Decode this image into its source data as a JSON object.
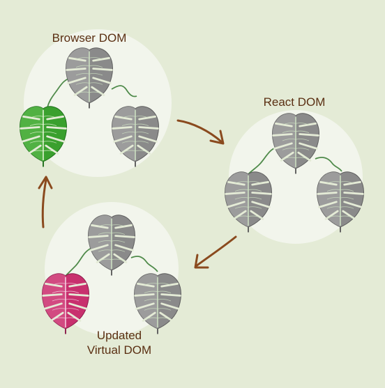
{
  "colors": {
    "background": "#e4ebd6",
    "circle": "#f2f5ec",
    "arrow": "#8a4a1e",
    "text": "#5a2f12",
    "vine": "#4f8a4a",
    "leaf_gray": "#8a8a8a",
    "leaf_green": "#3aa02e",
    "leaf_pink": "#c8306e"
  },
  "clusters": [
    {
      "id": "browser",
      "label": "Browser DOM",
      "root": "gray",
      "left": "green",
      "right": "gray"
    },
    {
      "id": "react",
      "label": "React DOM",
      "root": "gray",
      "left": "gray",
      "right": "gray"
    },
    {
      "id": "updated",
      "label_line1": "Updated",
      "label_line2": "Virtual DOM",
      "root": "gray",
      "left": "pink",
      "right": "gray"
    }
  ],
  "arrows": [
    {
      "from": "browser",
      "to": "react"
    },
    {
      "from": "react",
      "to": "updated"
    },
    {
      "from": "updated",
      "to": "browser"
    }
  ]
}
